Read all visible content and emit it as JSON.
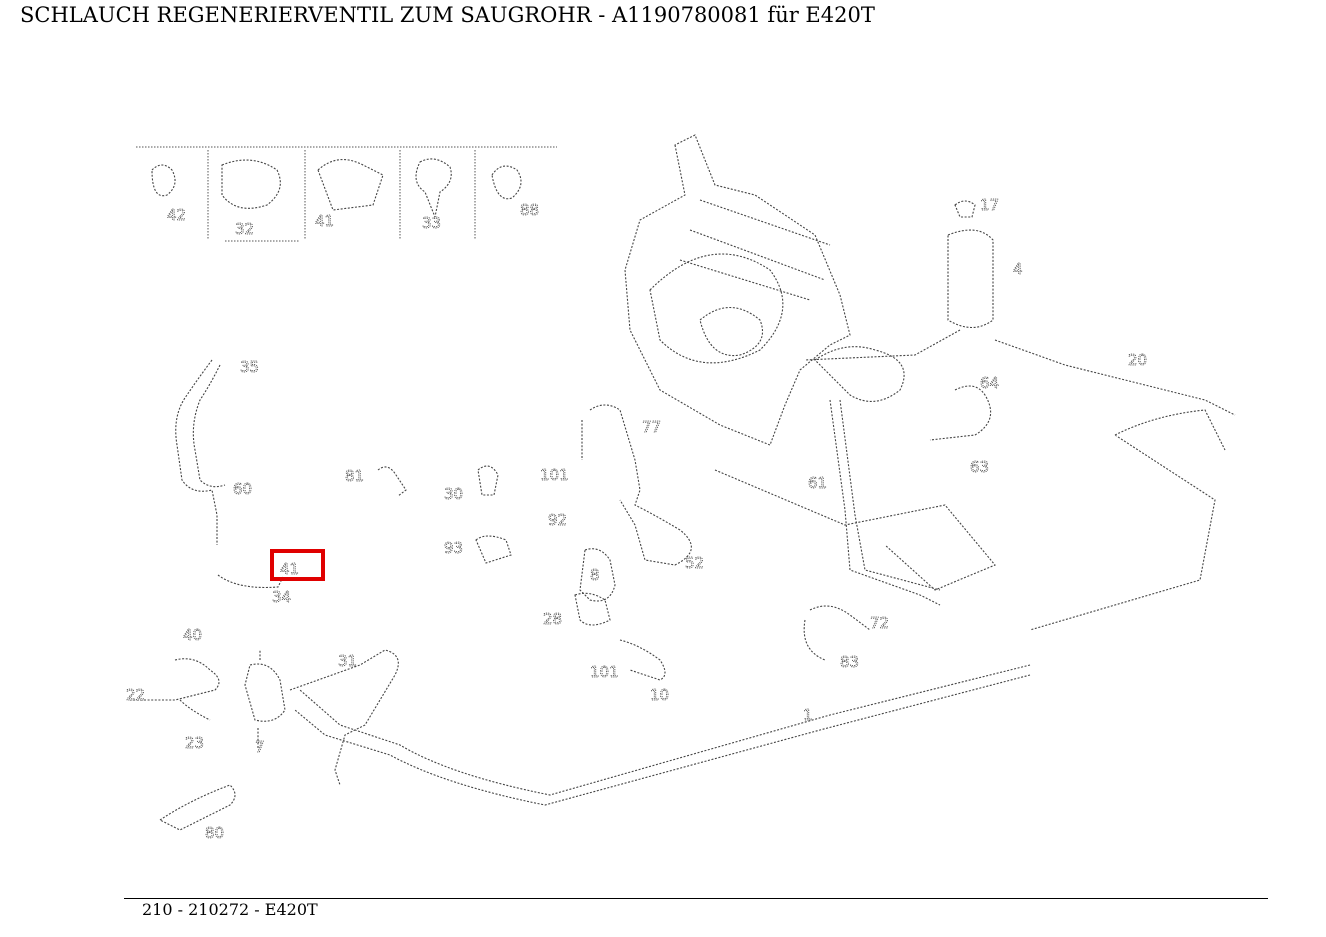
{
  "page": {
    "title": "SCHLAUCH REGENERIERVENTIL ZUM SAUGROHR - A1190780081 für E420T",
    "footer": "210 - 210272 - E420T"
  },
  "diagram": {
    "highlighted_label": "41",
    "inset_labels": [
      "42",
      "32",
      "41",
      "33",
      "88"
    ],
    "labels": [
      "17",
      "4",
      "20",
      "64",
      "63",
      "35",
      "60",
      "77",
      "61",
      "81",
      "101",
      "30",
      "92",
      "93",
      "41",
      "34",
      "40",
      "22",
      "23",
      "7",
      "80",
      "101",
      "10",
      "72",
      "83",
      "8",
      "1",
      "28",
      "52",
      "31"
    ]
  }
}
